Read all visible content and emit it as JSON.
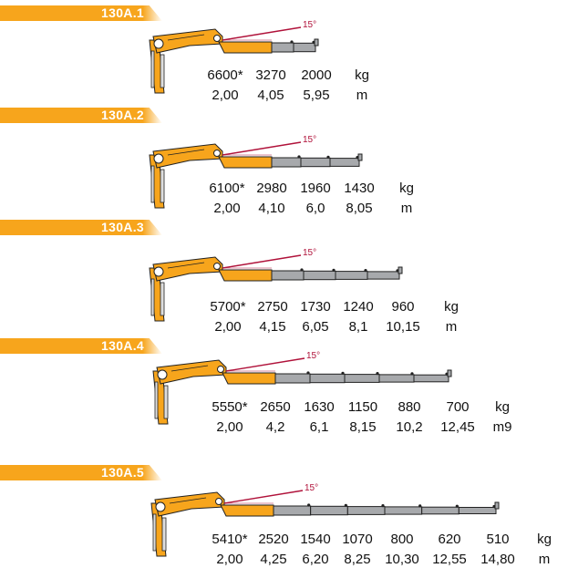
{
  "colors": {
    "boom": "#f7a51c",
    "boom_dark": "#c67a0a",
    "extension": "#a7a9ac",
    "outline": "#222222",
    "angle_line": "#b0123a",
    "banner_text": "#ffffff"
  },
  "models": [
    {
      "label": "130A.1",
      "angle": "15°",
      "extensions": 2,
      "loads": [
        "6600*",
        "3270",
        "2000"
      ],
      "load_unit": "kg",
      "reaches": [
        "2,00",
        "4,05",
        "5,95"
      ],
      "reach_unit": "m"
    },
    {
      "label": "130A.2",
      "angle": "15°",
      "extensions": 3,
      "loads": [
        "6100*",
        "2980",
        "1960",
        "1430"
      ],
      "load_unit": "kg",
      "reaches": [
        "2,00",
        "4,10",
        "6,0",
        "8,05"
      ],
      "reach_unit": "m"
    },
    {
      "label": "130A.3",
      "angle": "15°",
      "extensions": 4,
      "loads": [
        "5700*",
        "2750",
        "1730",
        "1240",
        "960"
      ],
      "load_unit": "kg",
      "reaches": [
        "2,00",
        "4,15",
        "6,05",
        "8,1",
        "10,15"
      ],
      "reach_unit": "m"
    },
    {
      "label": "130A.4",
      "angle": "15°",
      "extensions": 5,
      "loads": [
        "5550*",
        "2650",
        "1630",
        "1150",
        "880",
        "700"
      ],
      "load_unit": "kg",
      "reaches": [
        "2,00",
        "4,2",
        "6,1",
        "8,15",
        "10,2",
        "12,45"
      ],
      "reach_unit": "m9"
    },
    {
      "label": "130A.5",
      "angle": "15°",
      "extensions": 6,
      "loads": [
        "5410*",
        "2520",
        "1540",
        "1070",
        "800",
        "620",
        "510"
      ],
      "load_unit": "kg",
      "reaches": [
        "2,00",
        "4,25",
        "6,20",
        "8,25",
        "10,30",
        "12,55",
        "14,80"
      ],
      "reach_unit": "m"
    }
  ]
}
